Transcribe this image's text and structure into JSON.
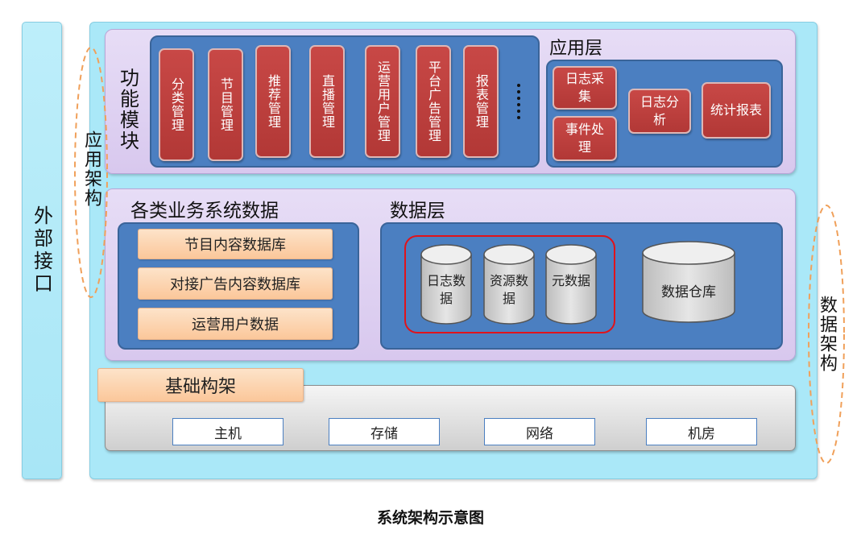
{
  "external_interface": "外部接口",
  "app_architecture": "应用架构",
  "data_architecture": "数据架构",
  "function_module": {
    "title": "功能模块",
    "items": [
      "分类管理",
      "节目管理",
      "推荐管理",
      "直播管理",
      "运营用户管理",
      "平台广告管理",
      "报表管理"
    ],
    "more": "……"
  },
  "app_layer": {
    "title": "应用层",
    "items": [
      "日志采集",
      "事件处理",
      "日志分析",
      "统计报表"
    ]
  },
  "business_data": {
    "title": "各类业务系统数据",
    "items": [
      "节目内容数据库",
      "对接广告内容数据库",
      "运营用户数据"
    ]
  },
  "data_layer": {
    "title": "数据层",
    "databases": [
      "日志数据",
      "资源数据",
      "元数据"
    ],
    "warehouse": "数据仓库"
  },
  "infrastructure": {
    "title": "基础构架",
    "items": [
      "主机",
      "存储",
      "网络",
      "机房"
    ]
  },
  "caption": "系统架构示意图",
  "colors": {
    "cyan_bg": "#aae8f8",
    "lavender": "#d8c8ee",
    "blue_box": "#4b7fc1",
    "red_module": "#b23836",
    "orange_bar": "#fbc79a",
    "outline_red": "#e0131b",
    "dashed_orange": "#f0a05a"
  }
}
